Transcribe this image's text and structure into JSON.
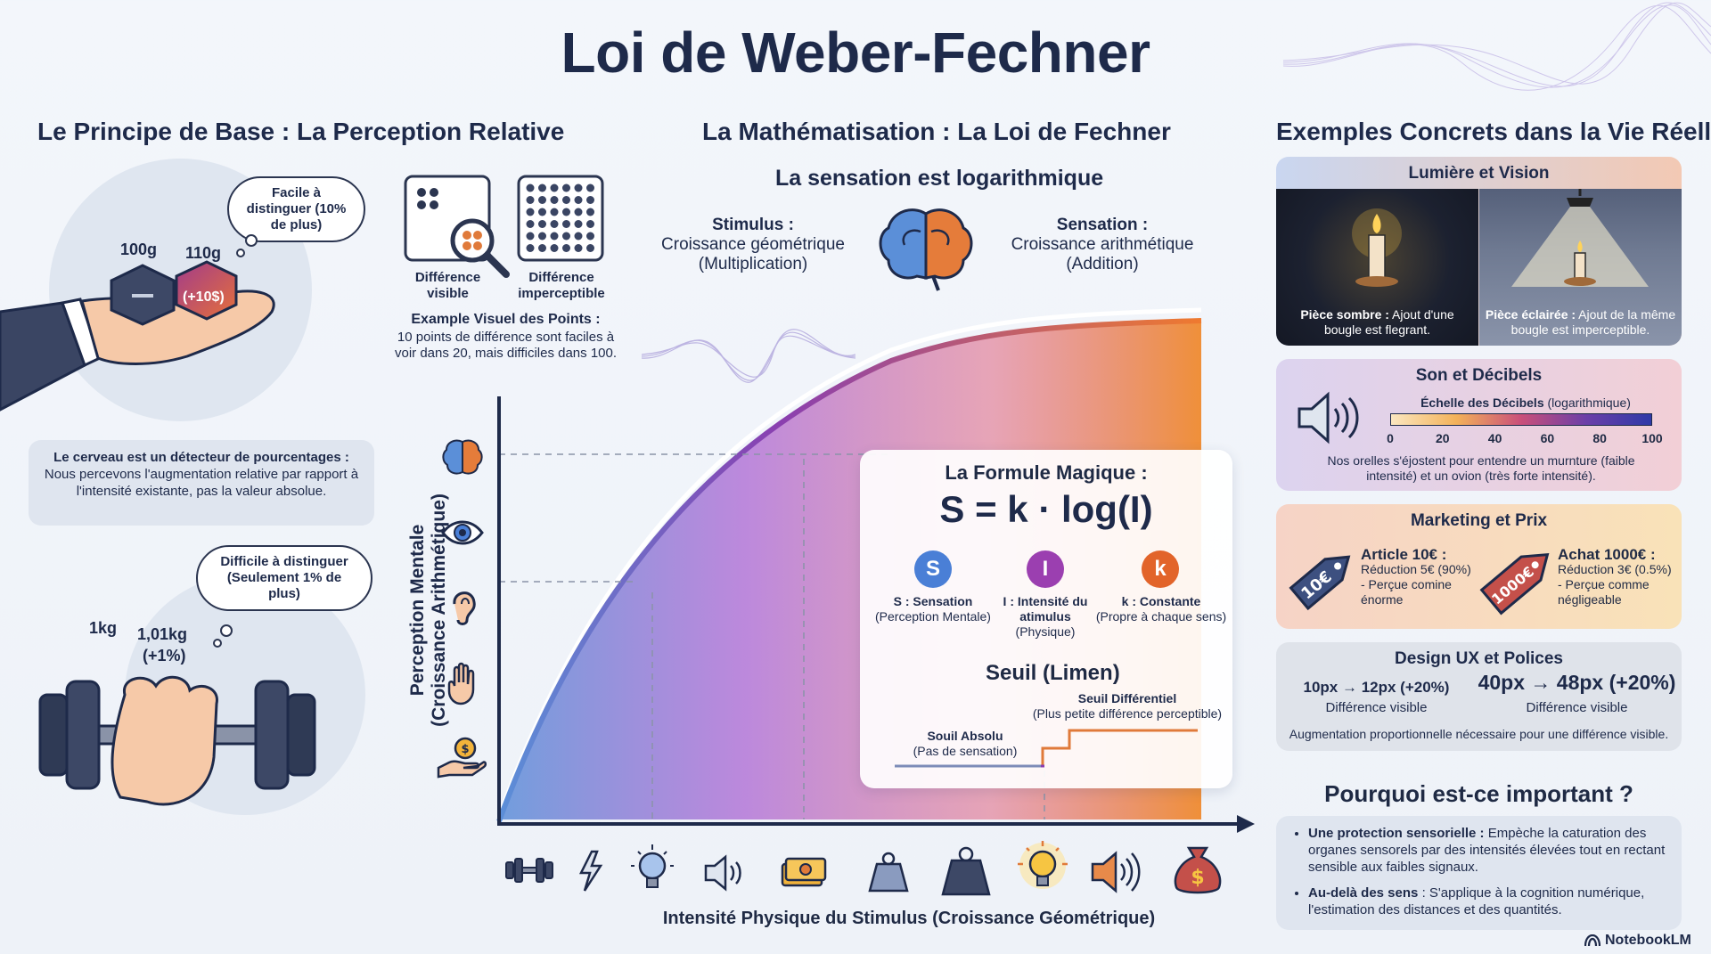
{
  "title": "Loi de Weber-Fechner",
  "left": {
    "section_title": "Le Principe de Base : La Perception Relative",
    "top_bubble": "Facile à distinguer (10% de plus)",
    "weight_a": "100g",
    "weight_b": "110g",
    "weight_b_tag": "(+10$)",
    "info_bold": "Le cerveau est un détecteur de pourcentages :",
    "info_text": "Nous percevons l'augmentation relative par rapport à l'intensité existante, pas la valeur absolue.",
    "bottom_bubble": "Difficile à distinguer (Seulement 1% de plus)",
    "weight_c": "1kg",
    "weight_d": "1,01kg",
    "weight_d_pct": "(+1%)"
  },
  "points": {
    "visible_label": "Différence visible",
    "imperceptible_label": "Différence imperceptible",
    "example_title": "Example Visuel des Points :",
    "example_text": "10 points de différence sont faciles à voir dans 20, mais difficiles dans 100."
  },
  "middle": {
    "section_title": "La Mathématisation : La Loi de Fechner",
    "subtitle": "La sensation est logarithmique",
    "stimulus_title": "Stimulus :",
    "stimulus_line1": "Croissance géométrique",
    "stimulus_line2": "(Multiplication)",
    "sensation_title": "Sensation :",
    "sensation_line1": "Croissance arithmétique",
    "sensation_line2": "(Addition)",
    "y_axis_line1": "Perception Mentale",
    "y_axis_line2": "(Croissance Arithmétique)",
    "x_axis": "Intensité Physique du Stimulus (Croissance Géométrique)"
  },
  "formula": {
    "title": "La Formule Magique :",
    "equation": "S = k · log(I)",
    "s_letter": "S",
    "s_name": "S : Sensation",
    "s_desc": "(Perception Mentale)",
    "i_letter": "I",
    "i_name": "I : Intensité du atimulus",
    "i_desc": "(Physique)",
    "k_letter": "k",
    "k_name": "k : Constante",
    "k_desc": "(Propre à chaque sens)",
    "seuil_title": "Seuil (Limen)",
    "seuil_diff": "Seuil Différentiel",
    "seuil_diff_desc": "(Plus petite différence perceptible)",
    "seuil_abs": "Souil Absolu",
    "seuil_abs_desc": "(Pas de sensation)",
    "colors": {
      "s": "#4a7fd6",
      "i": "#9b3fb0",
      "k": "#e2642a"
    }
  },
  "right": {
    "section_title": "Exemples Concrets dans la Vie Réelle",
    "light": {
      "title": "Lumière et Vision",
      "dark_bold": "Pièce sombre :",
      "dark_text": "Ajout d'une bougle est flegrant.",
      "lit_bold": "Pièce éclairée :",
      "lit_text": "Ajout de la même bougle est imperceptible."
    },
    "sound": {
      "title": "Son et Décibels",
      "scale_bold": "Échelle des Décibels",
      "scale_rest": "(logarithmique)",
      "ticks": [
        "0",
        "20",
        "40",
        "60",
        "80",
        "100"
      ],
      "caption": "Nos orelles s'éjostent pour entendre un murnture (faible intensité) et un ovion (très forte intensité)."
    },
    "marketing": {
      "title": "Marketing et Prix",
      "tag1": "10€",
      "item1_title": "Article 10€ :",
      "item1_l1": "Réduction 5€ (90%)",
      "item1_l2": "- Perçue comine",
      "item1_l3": "énorme",
      "tag2": "1000€",
      "item2_title": "Achat 1000€ :",
      "item2_l1": "Réduction 3€ (0.5%)",
      "item2_l2": "- Perçue comme",
      "item2_l3": "négligeable"
    },
    "ux": {
      "title": "Design UX et Polices",
      "small_change": "10px → 12px (+20%)",
      "small_label": "Différence visible",
      "big_change": "40px → 48px (+20%)",
      "big_label": "Différence visible",
      "caption": "Augmentation proportionnelle nécessaire pour une différence visible."
    },
    "why": {
      "title": "Pourquoi est-ce important ?",
      "b1_bold": "Une protection sensorielle :",
      "b1_text": "Empèche la caturation des organes sensorels par des intensités élevées tout en rectant sensible aux faibles signaux.",
      "b2_bold": "Au-delà des sens",
      "b2_text": ": S'applique à la cognition numérique, l'estimation des distances et des quantités."
    }
  },
  "footer": {
    "brand": "NotebookLM"
  }
}
